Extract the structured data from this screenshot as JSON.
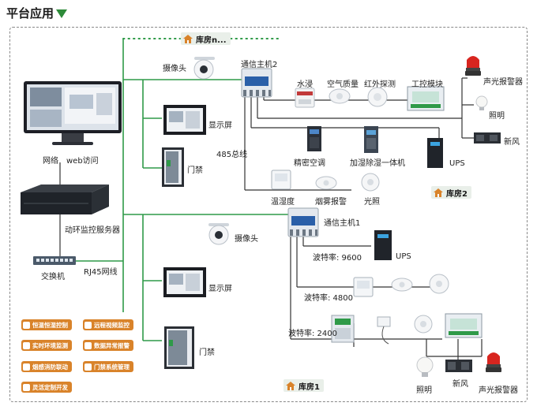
{
  "header": {
    "title": "平台应用"
  },
  "top_room": "库房n...",
  "room1": "库房1",
  "room2": "库房2",
  "left": {
    "network_label": "网络",
    "web_label": "web访问",
    "server_label": "动环监控服务器",
    "switch_label": "交换机",
    "rj45_label": "RJ45网线"
  },
  "features": [
    "恒温恒湿控制",
    "远程视频监控",
    "实时环境监测",
    "数据异常报警",
    "烟感消防联动",
    "门禁系统管理",
    "灵活定制开发"
  ],
  "upper": {
    "camera": "摄像头",
    "display": "显示屏",
    "door": "门禁",
    "bus": "485总线",
    "host": "通信主机2",
    "water": "水浸",
    "air_quality": "空气质量",
    "infrared": "红外探测",
    "ctrl_module": "工控模块",
    "alarm": "声光报警器",
    "lighting": "照明",
    "fresh_air": "新风",
    "precision_ac": "精密空调",
    "humidifier": "加湿除湿一体机",
    "ups": "UPS",
    "temp_humid": "温湿度",
    "smoke": "烟雾报警",
    "light_sensor": "光照"
  },
  "lower": {
    "camera": "摄像头",
    "display": "显示屏",
    "door": "门禁",
    "host": "通信主机1",
    "baud1": "波特率: 9600",
    "baud2": "波特率: 4800",
    "baud3": "波特率: 2400",
    "ups": "UPS",
    "lighting": "照明",
    "fresh_air": "新风",
    "alarm": "声光报警器"
  }
}
